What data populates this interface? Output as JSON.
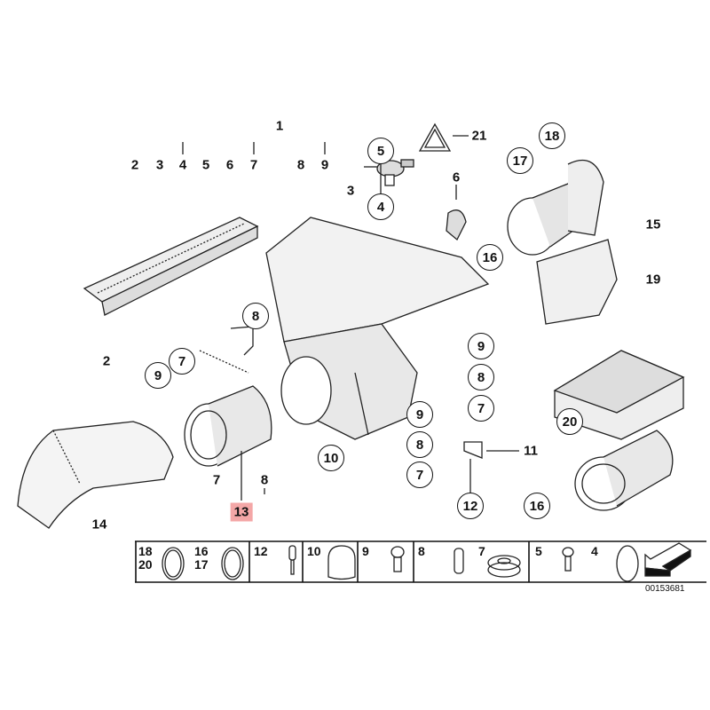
{
  "diagram": {
    "title_number": "1",
    "top_row": [
      "2",
      "3",
      "4",
      "5",
      "6",
      "7",
      "8",
      "9"
    ],
    "callouts": {
      "c3": "3",
      "c5": "5",
      "c4": "4",
      "c21": "21",
      "c6": "6",
      "c18": "18",
      "c17": "17",
      "c15": "15",
      "c19": "19",
      "c16a": "16",
      "c2": "2",
      "c8a": "8",
      "c7a": "7",
      "c9a": "9",
      "c9b": "9",
      "c8b": "8",
      "c7b": "7",
      "c9c": "9",
      "c8c": "8",
      "c7c": "7",
      "c11": "11",
      "c12": "12",
      "c10": "10",
      "c7d": "7",
      "c8d": "8",
      "c13": "13",
      "c14": "14",
      "c20": "20",
      "c16b": "16"
    },
    "highlight_color": "#f4a7a7"
  },
  "legend": {
    "cells": [
      {
        "labels": [
          "18",
          "20"
        ]
      },
      {
        "labels": [
          "16",
          "17"
        ]
      },
      {
        "labels": [
          "12"
        ]
      },
      {
        "labels": [
          "10"
        ]
      },
      {
        "labels": [
          "9"
        ]
      },
      {
        "labels": [
          "8"
        ]
      },
      {
        "labels": [
          "7"
        ]
      },
      {
        "labels": [
          "5"
        ]
      },
      {
        "labels": [
          "4"
        ]
      }
    ],
    "code": "00153681"
  }
}
